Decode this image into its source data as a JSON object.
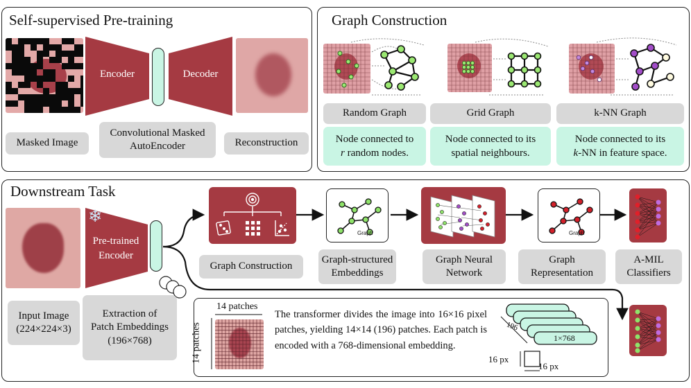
{
  "pretraining": {
    "title": "Self-supervised Pre-training",
    "encoder_label": "Encoder",
    "decoder_label": "Decoder",
    "masked_image_label": "Masked Image",
    "cmae_label_line1": "Convolutional Masked",
    "cmae_label_line2": "AutoEncoder",
    "reconstruction_label": "Reconstruction"
  },
  "graph_construction": {
    "title": "Graph Construction",
    "graphs": [
      {
        "name": "Random Graph",
        "desc_line1": "Node connected to",
        "desc_italic": "r",
        "desc_line2": " random nodes."
      },
      {
        "name": "Grid Graph",
        "desc_line1": "Node connected to its",
        "desc_italic": "",
        "desc_line2": "spatial neighbours."
      },
      {
        "name": "k-NN Graph",
        "desc_line1": "Node connected to its",
        "desc_italic": "k",
        "desc_line2": "-NN in feature space."
      }
    ]
  },
  "downstream": {
    "title": "Downstream Task",
    "encoder_line1": "Pre-trained",
    "encoder_line2": "Encoder",
    "graph_icon_text": "Graph",
    "steps": [
      {
        "line1": "Graph Construction",
        "line2": ""
      },
      {
        "line1": "Graph-structured",
        "line2": "Embeddings"
      },
      {
        "line1": "Graph Neural",
        "line2": "Network"
      },
      {
        "line1": "Graph",
        "line2": "Representation"
      },
      {
        "line1": "A-MIL",
        "line2": "Classifiers"
      }
    ],
    "input_line1": "Input Image",
    "input_line2": "(224×224×3)",
    "extract_line1": "Extraction of",
    "extract_line2": "Patch Embeddings",
    "extract_line3": "(196×768)"
  },
  "patch_info": {
    "patches_top": "14 patches",
    "patches_side": "14 patches",
    "description": "The transformer divides the image into 16×16 pixel patches, yielding 14×14 (196) patches. Each patch is encoded with a 768-dimensional embedding.",
    "stack_count": "196",
    "embedding_dim": "1×768",
    "px_side": "16 px",
    "px_bottom": "16 px"
  },
  "colors": {
    "maroon": "#a53a42",
    "mint": "#c9f5e4",
    "gray_box": "#d8d8d8",
    "node_green": "#8fe36a",
    "node_purple": "#a24dc8",
    "node_red": "#d3202a"
  }
}
